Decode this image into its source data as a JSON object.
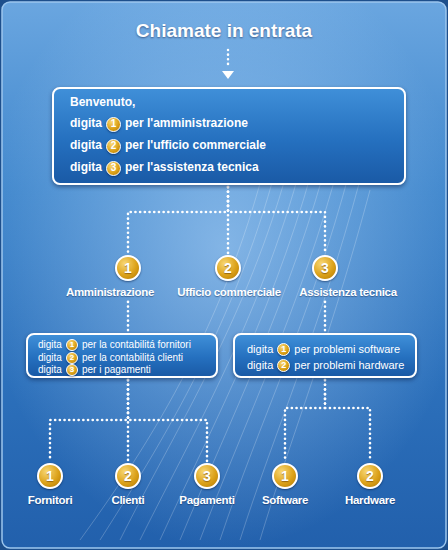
{
  "diagram": {
    "title": "Chiamate in entrata",
    "nodes": [
      {
        "text": [
          "Benvenuto,",
          "digita",
          "per l'amministrazione",
          "digita",
          "per l'ufficio commerciale",
          "digita",
          "per l'assistenza tecnica"
        ]
      },
      {
        "text": [
          "1"
        ],
        "in": 0
      },
      {
        "text": [
          "2"
        ],
        "in": 0
      },
      {
        "text": [
          "3"
        ],
        "in": 0
      },
      {
        "text": [
          "1",
          "Amministrazione"
        ]
      },
      {
        "text": [
          "2",
          "Ufficio commerciale"
        ]
      },
      {
        "text": [
          "3",
          "Assistenza tecnica"
        ]
      },
      {
        "text": [
          "digita",
          "per la contabilitá fornitori",
          "digita",
          "per la contabilitá clienti",
          "digita",
          "per i pagamenti"
        ]
      },
      {
        "text": [
          "1"
        ],
        "in": 7
      },
      {
        "text": [
          "2"
        ],
        "in": 7
      },
      {
        "text": [
          "3"
        ],
        "in": 7
      },
      {
        "text": [
          "digita",
          "per problemi software",
          "digita",
          "per problemi hardware"
        ]
      },
      {
        "text": [
          "1"
        ],
        "in": 11
      },
      {
        "text": [
          "2"
        ],
        "in": 11
      },
      {
        "text": [
          "1",
          "Fornitori"
        ]
      },
      {
        "text": [
          "2",
          "Clienti"
        ]
      },
      {
        "text": [
          "3",
          "Pagamenti"
        ]
      },
      {
        "text": [
          "1",
          "Software"
        ]
      },
      {
        "text": [
          "2",
          "Hardware"
        ]
      }
    ],
    "edges": [
      {
        "from": 0,
        "to": 4,
        "arrow": "none"
      },
      {
        "from": 0,
        "to": 5,
        "arrow": "none"
      },
      {
        "from": 0,
        "to": 6,
        "arrow": "none"
      },
      {
        "from": 4,
        "to": 7,
        "arrow": "none"
      },
      {
        "from": 6,
        "to": 11,
        "arrow": "none"
      },
      {
        "from": 7,
        "to": 14,
        "arrow": "none"
      },
      {
        "from": 7,
        "to": 15,
        "arrow": "none"
      },
      {
        "from": 7,
        "to": 16,
        "arrow": "none"
      },
      {
        "from": 11,
        "to": 17,
        "arrow": "none"
      },
      {
        "from": 11,
        "to": 18,
        "arrow": "none"
      }
    ]
  }
}
